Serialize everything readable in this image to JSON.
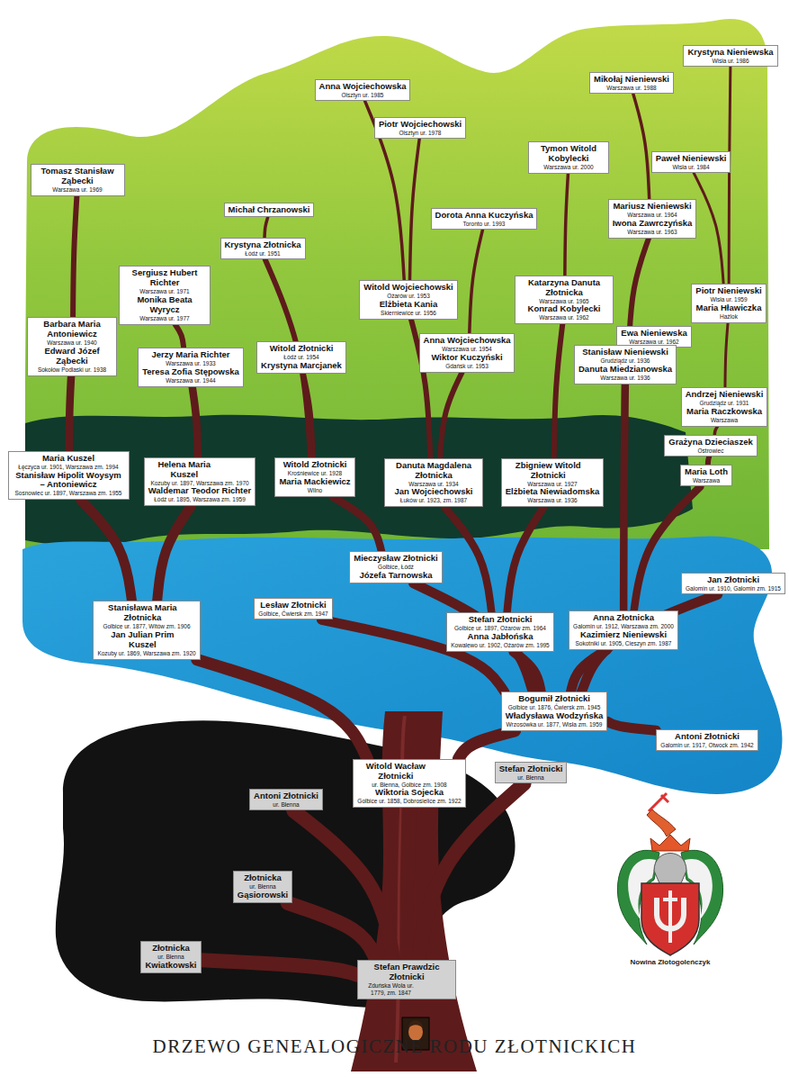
{
  "diagram": {
    "title": "DRZEWO GENEALOGICZNE RODU ZŁOTNICKICH",
    "nodes": [
      {
        "text": [
          "Anna Wojciechowska",
          "Olsztyn ur. 1985"
        ]
      },
      {
        "text": [
          "Krystyna Nieniewska",
          "Wisła ur. 1986"
        ]
      },
      {
        "text": [
          "Mikołaj Nieniewski",
          "Warszawa ur. 1988"
        ]
      },
      {
        "text": [
          "Piotr Wojciechowski",
          "Olsztyn ur. 1978"
        ]
      },
      {
        "text": [
          "Tymon Witold Kobylecki",
          "Warszawa ur. 2000"
        ]
      },
      {
        "text": [
          "Paweł Nieniewski",
          "Wisła ur. 1984"
        ]
      },
      {
        "text": [
          "Tomasz Stanisław Ząbecki",
          "Warszawa ur. 1969"
        ]
      },
      {
        "text": [
          "Michał Chrzanowski"
        ]
      },
      {
        "text": [
          "Dorota Anna Kuczyńska",
          "Toronto ur. 1993"
        ]
      },
      {
        "text": [
          "Mariusz Nieniewski",
          "Warszawa ur. 1964",
          "Iwona Zawrczyńska",
          "Warszawa ur. 1963"
        ]
      },
      {
        "text": [
          "Krystyna Złotnicka",
          "Łódź ur. 1951"
        ]
      },
      {
        "text": [
          "Sergiusz Hubert Richter",
          "Warszawa ur. 1971",
          "Monika Beata Wyrycz",
          "Warszawa ur. 1977"
        ]
      },
      {
        "text": [
          "Barbara Maria Antoniewicz",
          "Warszawa ur. 1940",
          "Edward Józef Ząbecki",
          "Sokołów Podlaski ur. 1938"
        ]
      },
      {
        "text": [
          "Witold Wojciechowski",
          "Ożarów ur. 1953",
          "Elżbieta Kania",
          "Skierniewice ur. 1956"
        ]
      },
      {
        "text": [
          "Katarzyna Danuta Złotnicka",
          "Warszawa ur. 1965",
          "Konrad Kobylecki",
          "Warszawa ur. 1962"
        ]
      },
      {
        "text": [
          "Piotr Nieniewski",
          "Wisła ur. 1959",
          "Maria Hławiczka",
          "Hażlok"
        ]
      },
      {
        "text": [
          "Jerzy Maria Richter",
          "Warszawa ur. 1933",
          "Teresa Zofia Stępowska",
          "Warszawa ur. 1944"
        ]
      },
      {
        "text": [
          "Witold Złotnicki",
          "Łódź ur. 1954",
          "Krystyna Marcjanek"
        ]
      },
      {
        "text": [
          "Ewa Nieniewska",
          "Warszawa ur. 1962"
        ]
      },
      {
        "text": [
          "Anna Wojciechowska",
          "Warszawa ur. 1954",
          "Wiktor Kuczyński",
          "Gdańsk ur. 1953"
        ]
      },
      {
        "text": [
          "Stanisław Nieniewski",
          "Grudziądz ur. 1936",
          "Danuta Miedzianowska",
          "Warszawa ur. 1936"
        ]
      },
      {
        "text": [
          "Andrzej Nieniewski",
          "Grudziądz ur. 1931",
          "Maria Raczkowska",
          "Warszawa"
        ]
      },
      {
        "text": [
          "Grażyna Dzieciaszek",
          "Ostrowiec"
        ]
      },
      {
        "text": [
          "Maria Kuszel",
          "Łęczyca ur. 1901, Warszawa zm. 1994",
          "Stanisław Hipolit Woysym – Antoniewicz",
          "Sosnowiec ur. 1897, Warszawa zm. 1955"
        ]
      },
      {
        "text": [
          "Helena Maria Kuszel",
          "Kozuby ur. 1897, Warszawa zm. 1970",
          "Waldemar Teodor Richter",
          "Łódź ur. 1895, Warszawa zm. 1959"
        ]
      },
      {
        "text": [
          "Witold Złotnicki",
          "Krośniewice ur. 1928",
          "Maria Mackiewicz",
          "Wilno"
        ]
      },
      {
        "text": [
          "Danuta Magdalena Złotnicka",
          "Warszawa ur. 1934",
          "Jan Wojciechowski",
          "Łuków ur. 1923, zm. 1987"
        ]
      },
      {
        "text": [
          "Zbigniew Witold Złotnicki",
          "Warszawa ur. 1927",
          "Elżbieta Niewiadomska",
          "Warszawa ur. 1936"
        ]
      },
      {
        "text": [
          "Maria Loth",
          "Warszawa"
        ]
      },
      {
        "text": [
          "Mieczysław Złotnicki",
          "Golbice, Łódź",
          "Józefa Tarnowska"
        ]
      },
      {
        "text": [
          "Jan Złotnicki",
          "Galomin ur. 1910, Galomin zm. 1915"
        ]
      },
      {
        "text": [
          "Stanisława Maria Złotnicka",
          "Golbice ur. 1877, Witów zm. 1906",
          "Jan Julian Prim Kuszel",
          "Kozuby ur. 1869, Warszawa zm. 1920"
        ]
      },
      {
        "text": [
          "Lesław Złotnicki",
          "Golbice, Ćwiersk zm. 1947"
        ]
      },
      {
        "text": [
          "Stefan Złotnicki",
          "Golbice ur. 1897, Ożarów zm. 1964",
          "Anna Jabłońska",
          "Kowalewo ur. 1902, Ożarów zm. 1995"
        ]
      },
      {
        "text": [
          "Anna Złotnicka",
          "Galomin ur. 1912, Warszawa zm. 2000",
          "Kazimierz Nieniewski",
          "Sokotniki ur. 1905, Cieszyn zm. 1987"
        ]
      },
      {
        "text": [
          "Bogumił Złotnicki",
          "Golbice ur. 1876, Ćwiersk zm. 1945",
          "Władysława Wodzyńska",
          "Wrzosówka ur. 1877, Wisła zm. 1959"
        ]
      },
      {
        "text": [
          "Antoni Złotnicki",
          "Galomin ur. 1917, Otwock zm. 1942"
        ]
      },
      {
        "text": [
          "Witold Wacław Złotnicki",
          "ur. Błenna, Golbice zm. 1908",
          "Wiktoria Sojecka",
          "Golbice ur. 1858, Dobrosielice zm. 1922"
        ]
      },
      {
        "text": [
          "Antoni Złotnicki",
          "ur. Błenna"
        ]
      },
      {
        "text": [
          "Stefan Złotnicki",
          "ur. Błenna"
        ]
      },
      {
        "text": [
          "Złotnicka",
          "ur. Błenna",
          "Gąsiorowski"
        ]
      },
      {
        "text": [
          "Złotnicka",
          "ur. Błenna",
          "Kwiatkowski"
        ]
      },
      {
        "text": [
          "Stefan Prawdzic Złotnicki",
          "Zduńska Wola ur. 1779, zm. 1847"
        ]
      }
    ],
    "edges": [
      {
        "from": 42,
        "to": 37,
        "arrow": "none"
      },
      {
        "from": 42,
        "to": 38,
        "arrow": "none"
      },
      {
        "from": 42,
        "to": 39,
        "arrow": "none"
      },
      {
        "from": 42,
        "to": 40,
        "arrow": "none"
      },
      {
        "from": 42,
        "to": 41,
        "arrow": "none"
      },
      {
        "from": 37,
        "to": 31,
        "arrow": "none"
      },
      {
        "from": 37,
        "to": 35,
        "arrow": "none"
      },
      {
        "from": 35,
        "to": 32,
        "arrow": "none"
      },
      {
        "from": 35,
        "to": 29,
        "arrow": "none"
      },
      {
        "from": 35,
        "to": 33,
        "arrow": "none"
      },
      {
        "from": 35,
        "to": 34,
        "arrow": "none"
      },
      {
        "from": 35,
        "to": 30,
        "arrow": "none"
      },
      {
        "from": 35,
        "to": 36,
        "arrow": "none"
      },
      {
        "from": 31,
        "to": 23,
        "arrow": "none"
      },
      {
        "from": 31,
        "to": 24,
        "arrow": "none"
      },
      {
        "from": 23,
        "to": 12,
        "arrow": "none"
      },
      {
        "from": 12,
        "to": 6,
        "arrow": "none"
      },
      {
        "from": 24,
        "to": 16,
        "arrow": "none"
      },
      {
        "from": 16,
        "to": 11,
        "arrow": "none"
      },
      {
        "from": 29,
        "to": 25,
        "arrow": "none"
      },
      {
        "from": 25,
        "to": 17,
        "arrow": "none"
      },
      {
        "from": 25,
        "to": 10,
        "arrow": "none"
      },
      {
        "from": 10,
        "to": 7,
        "arrow": "none"
      },
      {
        "from": 33,
        "to": 26,
        "arrow": "none"
      },
      {
        "from": 33,
        "to": 27,
        "arrow": "none"
      },
      {
        "from": 26,
        "to": 13,
        "arrow": "none"
      },
      {
        "from": 26,
        "to": 19,
        "arrow": "none"
      },
      {
        "from": 13,
        "to": 0,
        "arrow": "none"
      },
      {
        "from": 13,
        "to": 3,
        "arrow": "none"
      },
      {
        "from": 19,
        "to": 8,
        "arrow": "none"
      },
      {
        "from": 27,
        "to": 14,
        "arrow": "none"
      },
      {
        "from": 14,
        "to": 4,
        "arrow": "none"
      },
      {
        "from": 34,
        "to": 20,
        "arrow": "none"
      },
      {
        "from": 34,
        "to": 28,
        "arrow": "none"
      },
      {
        "from": 28,
        "to": 22,
        "arrow": "none"
      },
      {
        "from": 22,
        "to": 21,
        "arrow": "none"
      },
      {
        "from": 20,
        "to": 9,
        "arrow": "none"
      },
      {
        "from": 20,
        "to": 18,
        "arrow": "none"
      },
      {
        "from": 9,
        "to": 2,
        "arrow": "none"
      },
      {
        "from": 21,
        "to": 15,
        "arrow": "none"
      },
      {
        "from": 15,
        "to": 5,
        "arrow": "none"
      },
      {
        "from": 15,
        "to": 1,
        "arrow": "none"
      }
    ],
    "labels": [
      "Nowina Złotogoleńczyk"
    ]
  }
}
